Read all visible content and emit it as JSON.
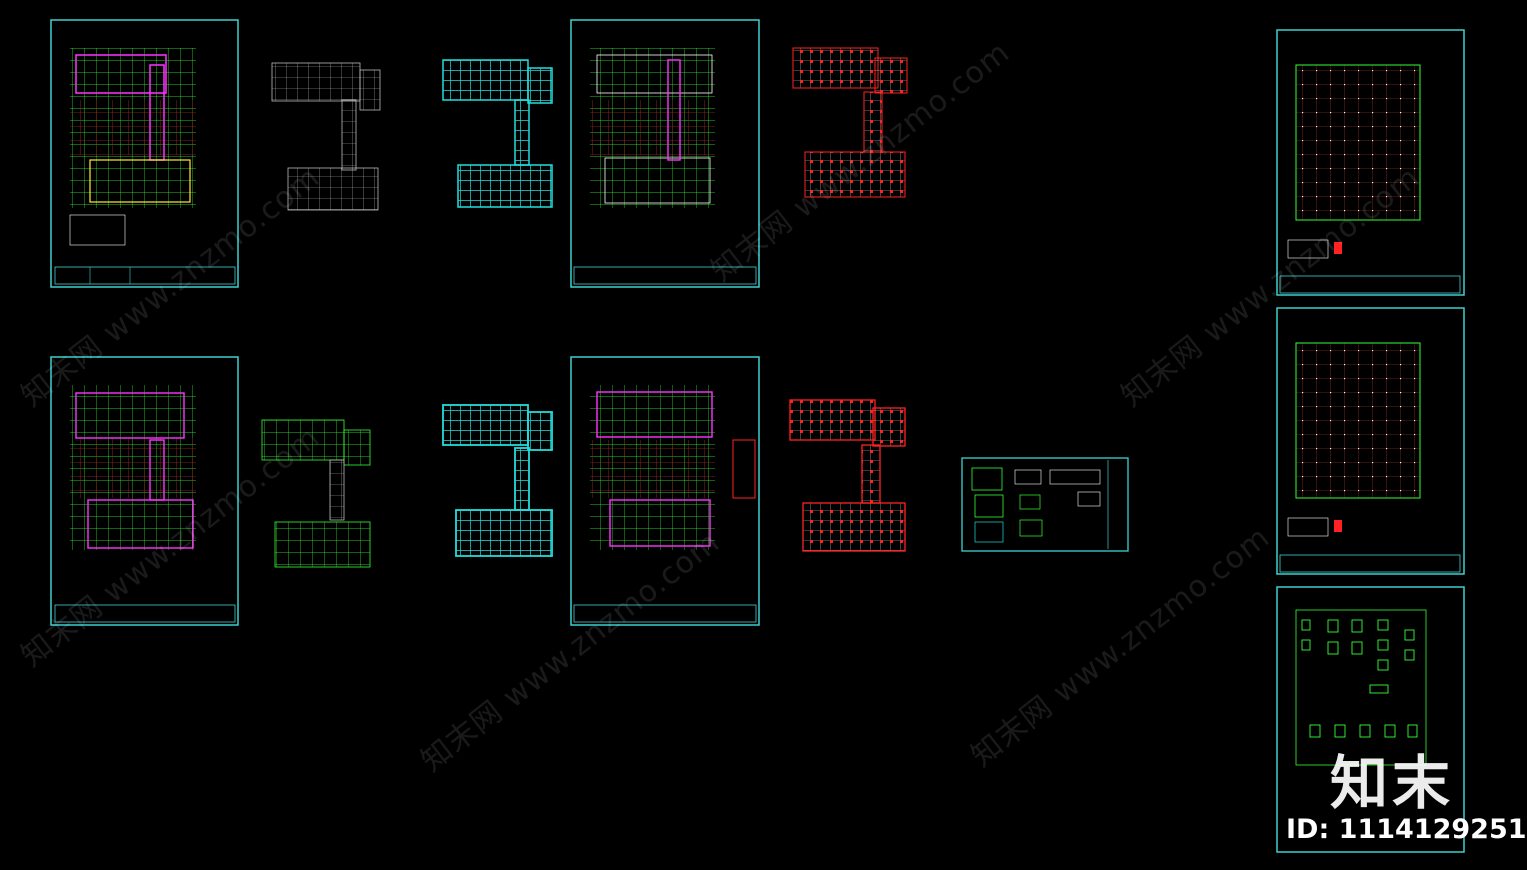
{
  "watermark": {
    "text": "知末网 www.znzmo.com",
    "color": "#ffffff"
  },
  "brand": {
    "logo_text": "知末",
    "id_text": "ID: 1114129251"
  },
  "colors": {
    "frame": "#3fd0d0",
    "grid_green": "#33ff33",
    "wall_red": "#c0392b",
    "beam_cyan": "#22dddd",
    "column_red": "#ff2222",
    "magenta": "#ff33ff",
    "yellow": "#ffee33",
    "white": "#ffffff"
  }
}
